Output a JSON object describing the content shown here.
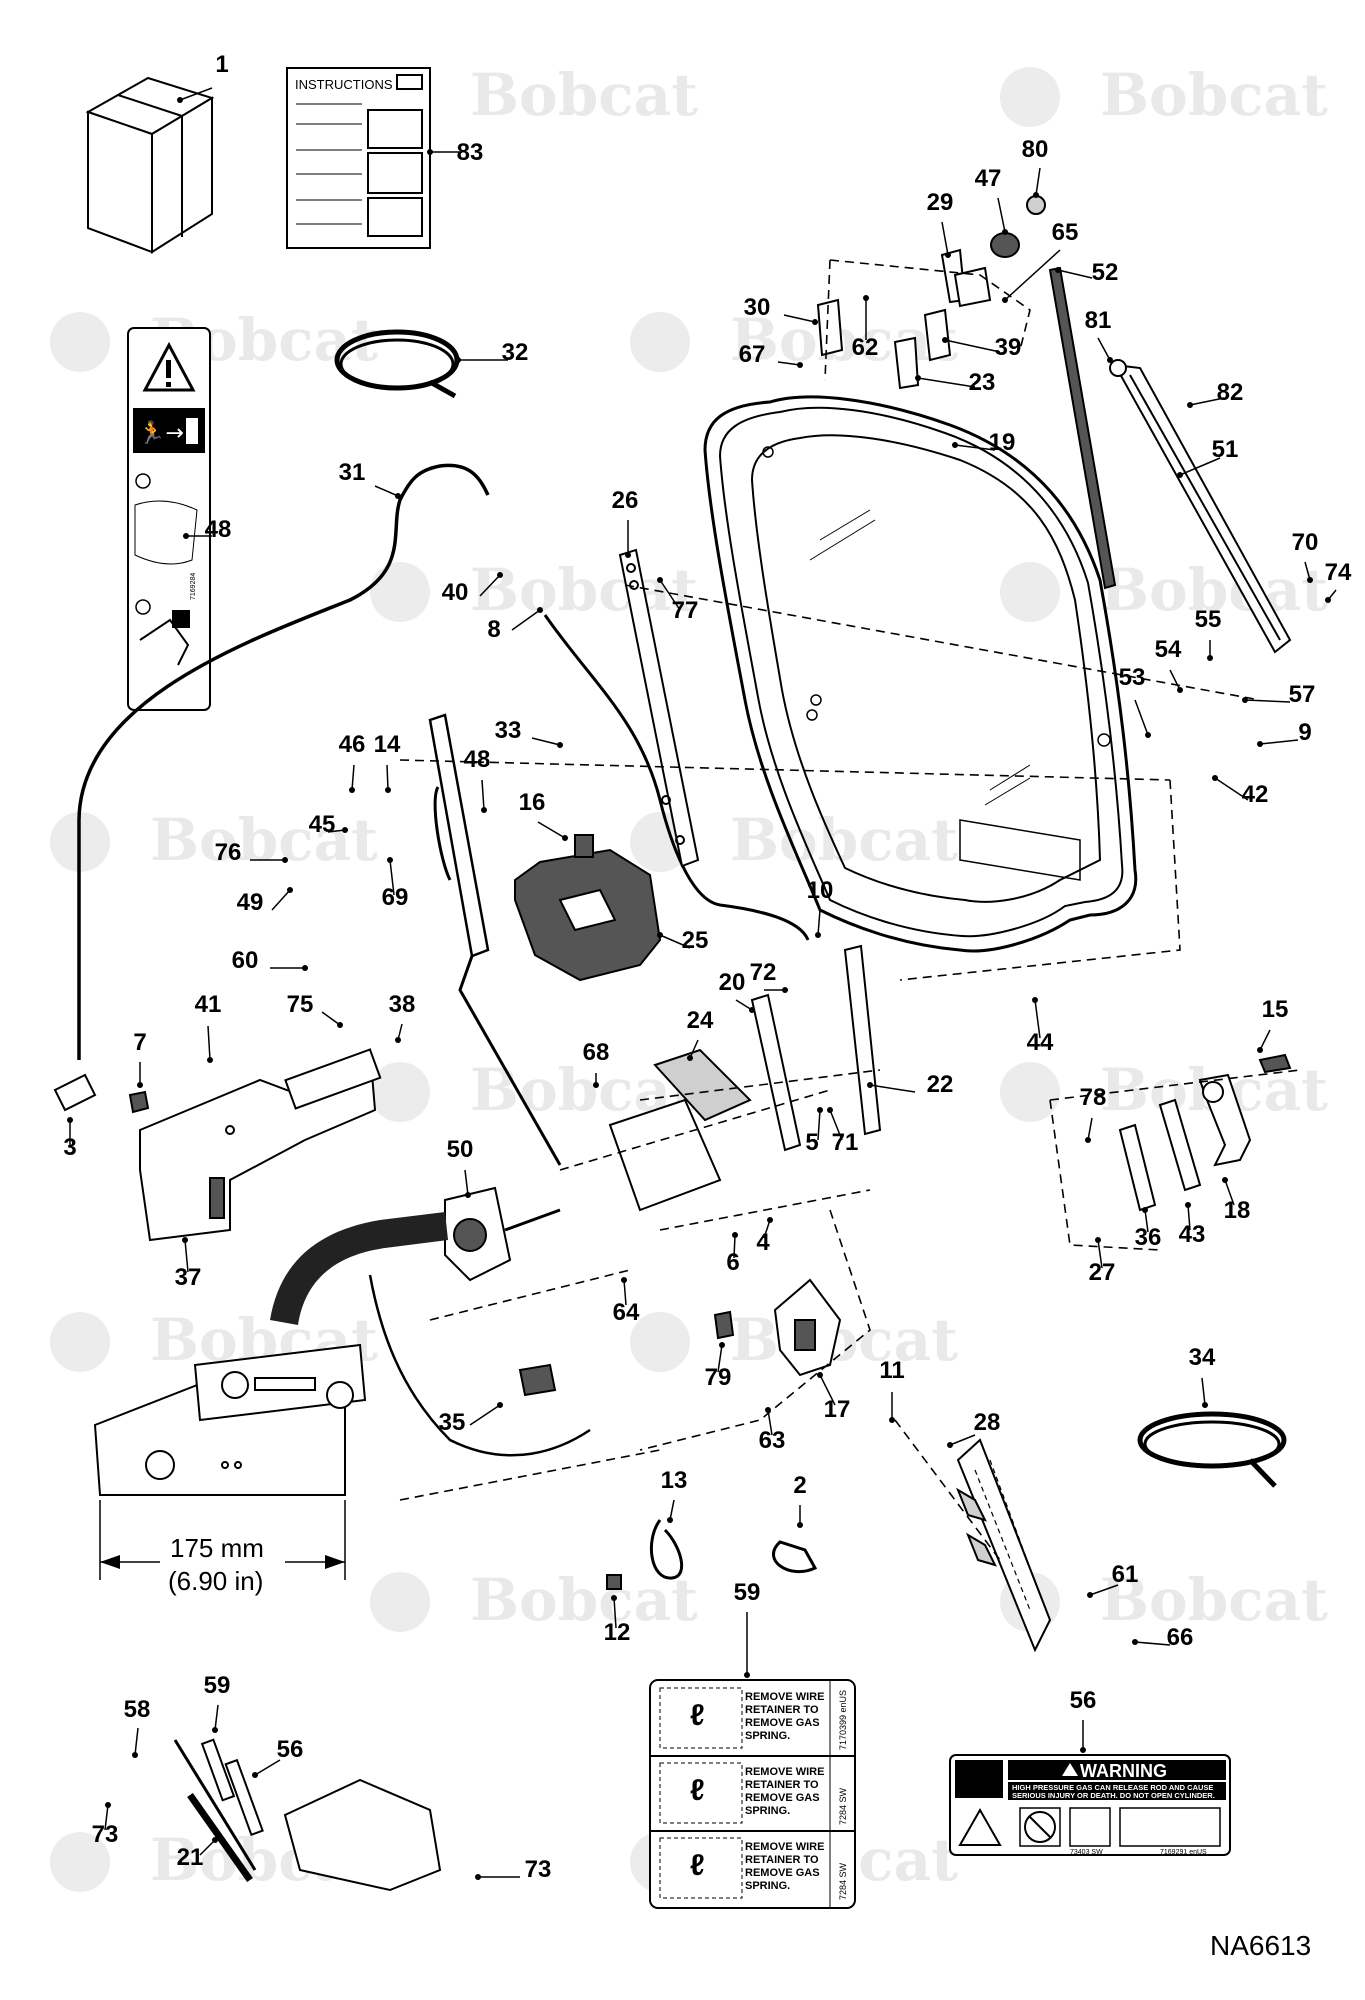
{
  "watermark": {
    "brand": "Bobcat"
  },
  "diagram_code": "NA6613",
  "callouts": [
    {
      "n": "1"
    },
    {
      "n": "83"
    },
    {
      "n": "80"
    },
    {
      "n": "47"
    },
    {
      "n": "29"
    },
    {
      "n": "65"
    },
    {
      "n": "52"
    },
    {
      "n": "30"
    },
    {
      "n": "62"
    },
    {
      "n": "67"
    },
    {
      "n": "39"
    },
    {
      "n": "23"
    },
    {
      "n": "81"
    },
    {
      "n": "82"
    },
    {
      "n": "32"
    },
    {
      "n": "51"
    },
    {
      "n": "19"
    },
    {
      "n": "31"
    },
    {
      "n": "26"
    },
    {
      "n": "48"
    },
    {
      "n": "40"
    },
    {
      "n": "8"
    },
    {
      "n": "77"
    },
    {
      "n": "70"
    },
    {
      "n": "74"
    },
    {
      "n": "55"
    },
    {
      "n": "54"
    },
    {
      "n": "53"
    },
    {
      "n": "57"
    },
    {
      "n": "33"
    },
    {
      "n": "9"
    },
    {
      "n": "46"
    },
    {
      "n": "14"
    },
    {
      "n": "48"
    },
    {
      "n": "42"
    },
    {
      "n": "16"
    },
    {
      "n": "45"
    },
    {
      "n": "76"
    },
    {
      "n": "69"
    },
    {
      "n": "49"
    },
    {
      "n": "10"
    },
    {
      "n": "25"
    },
    {
      "n": "60"
    },
    {
      "n": "72"
    },
    {
      "n": "20"
    },
    {
      "n": "75"
    },
    {
      "n": "38"
    },
    {
      "n": "44"
    },
    {
      "n": "41"
    },
    {
      "n": "24"
    },
    {
      "n": "15"
    },
    {
      "n": "7"
    },
    {
      "n": "68"
    },
    {
      "n": "22"
    },
    {
      "n": "78"
    },
    {
      "n": "5"
    },
    {
      "n": "71"
    },
    {
      "n": "3"
    },
    {
      "n": "50"
    },
    {
      "n": "37"
    },
    {
      "n": "4"
    },
    {
      "n": "6"
    },
    {
      "n": "18"
    },
    {
      "n": "43"
    },
    {
      "n": "36"
    },
    {
      "n": "27"
    },
    {
      "n": "64"
    },
    {
      "n": "79"
    },
    {
      "n": "35"
    },
    {
      "n": "11"
    },
    {
      "n": "17"
    },
    {
      "n": "63"
    },
    {
      "n": "28"
    },
    {
      "n": "34"
    },
    {
      "n": "13"
    },
    {
      "n": "2"
    },
    {
      "n": "61"
    },
    {
      "n": "12"
    },
    {
      "n": "66"
    },
    {
      "n": "59"
    },
    {
      "n": "56"
    },
    {
      "n": "58"
    },
    {
      "n": "59"
    },
    {
      "n": "56"
    },
    {
      "n": "73"
    },
    {
      "n": "21"
    },
    {
      "n": "73"
    }
  ],
  "instructions_sheet": {
    "title": "INSTRUCTIONS"
  },
  "dimension": {
    "metric": "175 mm",
    "imperial": "(6.90 in)"
  },
  "decal_59": {
    "panels": [
      {
        "text": [
          "REMOVE WIRE",
          "RETAINER TO",
          "REMOVE GAS",
          "SPRING."
        ]
      },
      {
        "text": [
          "REMOVE WIRE",
          "RETAINER TO",
          "REMOVE GAS",
          "SPRING."
        ]
      },
      {
        "text": [
          "REMOVE WIRE",
          "RETAINER TO",
          "REMOVE GAS",
          "SPRING."
        ]
      }
    ],
    "side_codes": [
      "7170399 enUS",
      "7284 SW",
      "7284 SW"
    ]
  },
  "decal_56": {
    "heading": "WARNING",
    "line1": "HIGH PRESSURE GAS CAN RELEASE ROD AND CAUSE",
    "line2": "SERIOUS INJURY OR DEATH. DO NOT OPEN CYLINDER.",
    "code_left": "73403 SW",
    "code_right": "7169291 enUS"
  },
  "decal_48": {
    "code": "7169284"
  }
}
